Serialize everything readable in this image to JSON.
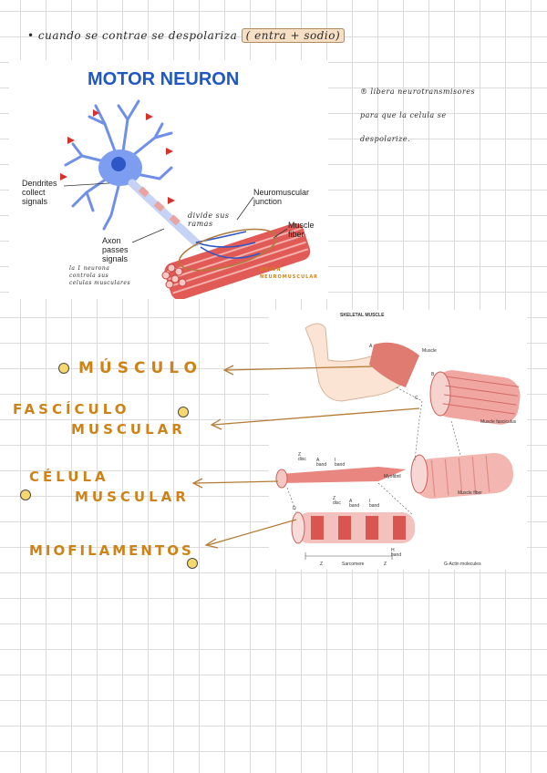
{
  "top_note": {
    "bullet": "•",
    "text": "cuando se contrae se despolariza",
    "highlight": "( entra + sodio)"
  },
  "motor_neuron": {
    "title": "MOTOR NEURON",
    "dendrites_label": "Dendrites\ncollect\nsignals",
    "axon_label": "Axon\npasses\nsignals",
    "junction_label": "Neuromuscular\njunction",
    "fiber_label": "Muscle\nfiber",
    "note_branches": "divide sus\nramas",
    "note_control": "la 1 neurona\ncontrola sus\ncelulas musculares",
    "note_union": "UNION\nNEUROMUSCULAR"
  },
  "side_note": {
    "text": "® libera neurotransmisores\npara que la celula se\ndespolarize."
  },
  "skeletal": {
    "title": "SKELETAL MUSCLE",
    "labels": {
      "A": "A",
      "B": "B",
      "C": "C",
      "D": "D",
      "muscle": "Muscle",
      "fasciculus": "Muscle fasciculus",
      "fiber": "Muscle fiber",
      "myofibril": "Myofibril",
      "z_disc": "Z\ndisc",
      "a_band": "A\nband",
      "i_band": "I\nband",
      "z_disc2": "Z\ndisc",
      "a_band2": "A\nband",
      "i_band2": "I\nband",
      "h_band": "H\nband",
      "sarcomere": "Sarcomere",
      "z_left": "Z",
      "z_right": "Z",
      "g_actin": "G-Actin molecules"
    }
  },
  "terms": {
    "musculo": "MÚSCULO",
    "fasciculo_1": "FASCÍCULO",
    "fasciculo_2": "MUSCULAR",
    "celula_1": "CÉLULA",
    "celula_2": "MUSCULAR",
    "miofilamentos": "MIOFILAMENTOS"
  },
  "colors": {
    "accent_orange": "#cf8216",
    "title_blue": "#1f57c4",
    "dot_yellow": "#f7d86c",
    "muscle_red": "#d9534f",
    "neuron_blue": "#6f8fe8"
  }
}
